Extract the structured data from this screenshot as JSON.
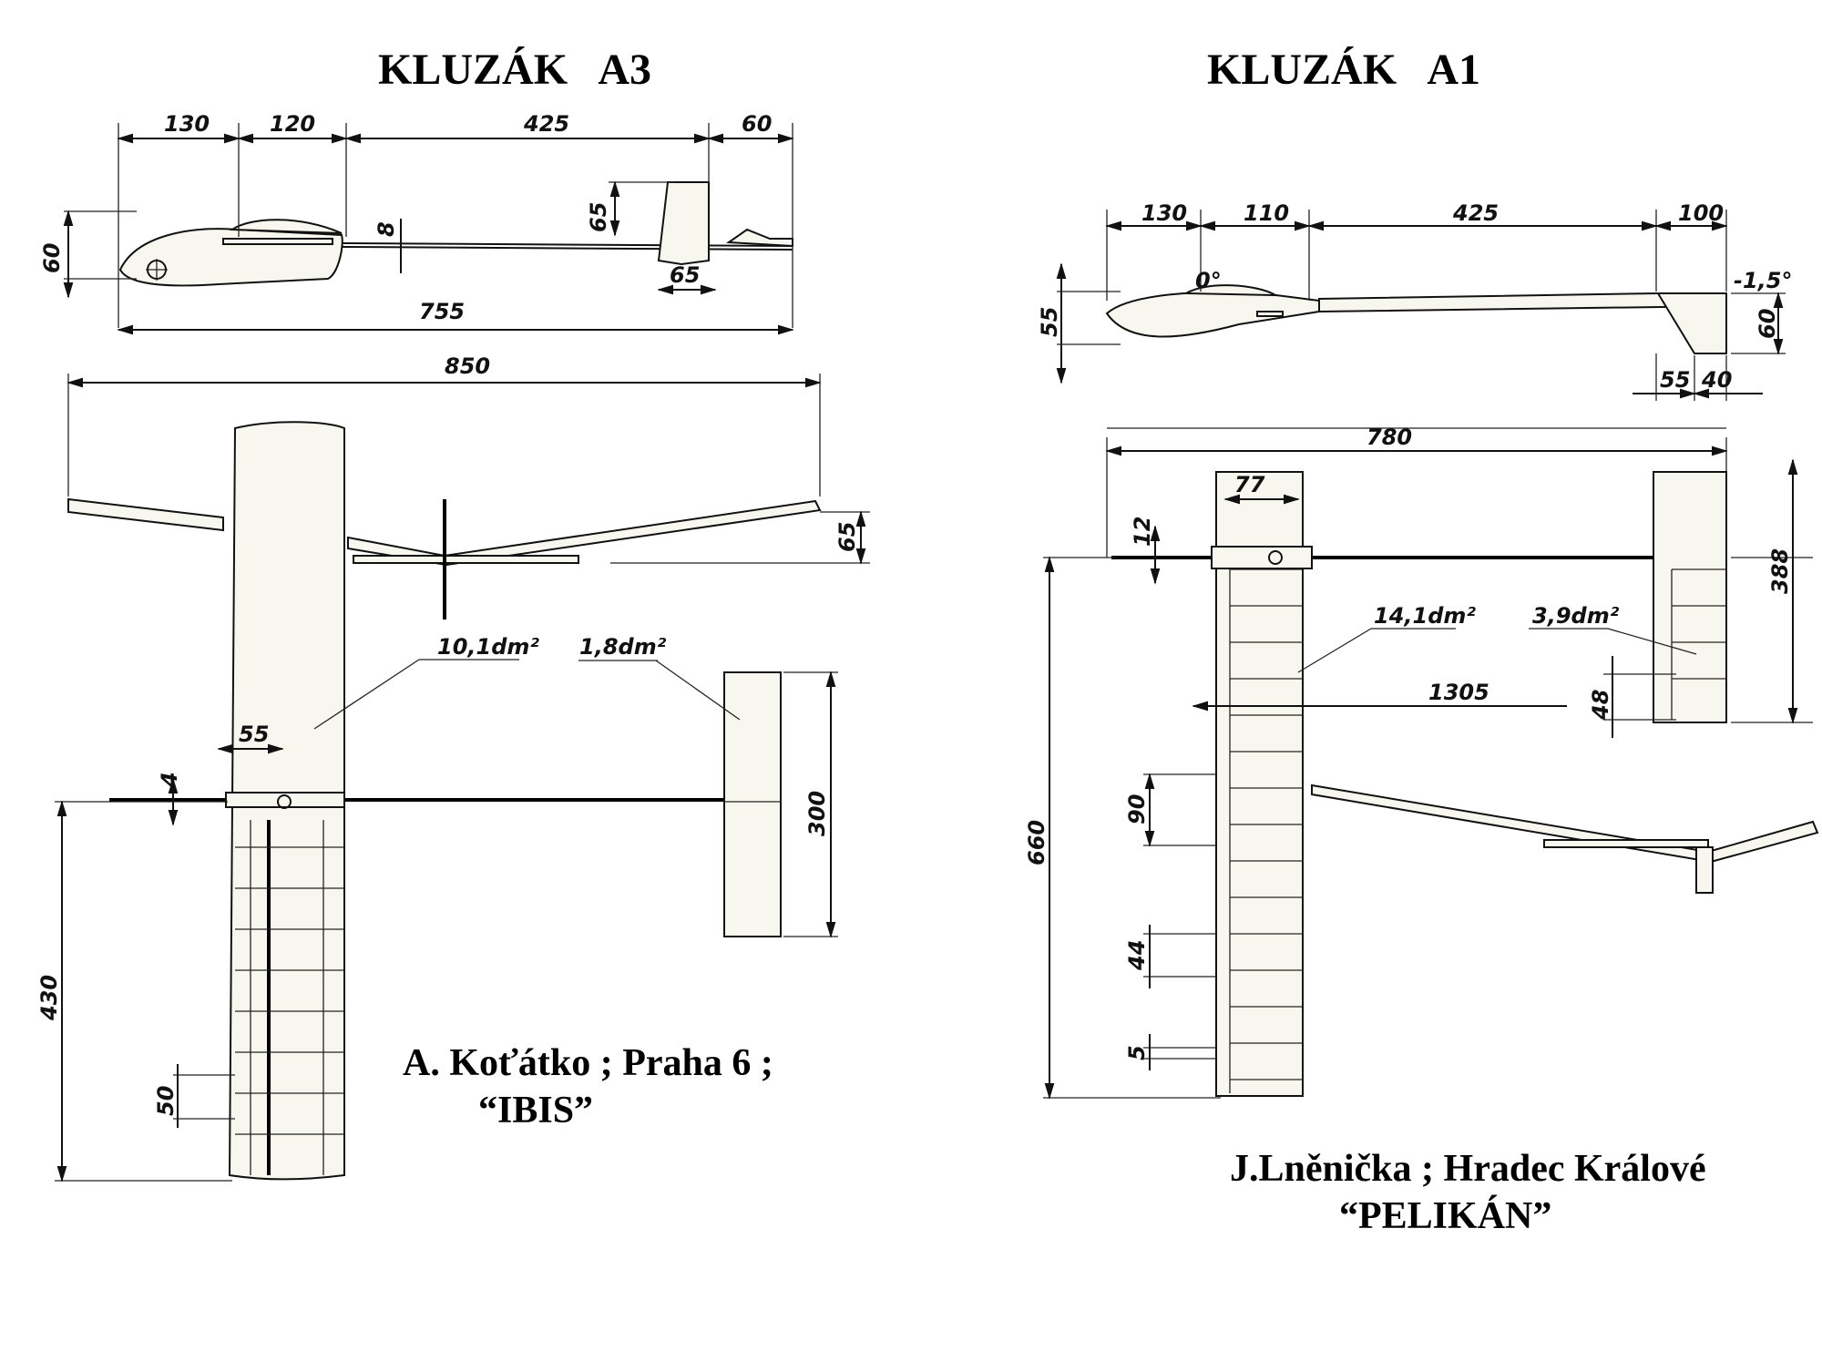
{
  "left": {
    "title": "KLUZÁK   A3",
    "side_dims": {
      "a": "130",
      "b": "120",
      "c": "425",
      "d": "60",
      "fin_h": "65",
      "fin_w": "65",
      "gap": "8",
      "fuse_h": "60",
      "len": "755"
    },
    "span": "850",
    "dihedral": "65",
    "wing_area": "10,1dm²",
    "tail_area": "1,8dm²",
    "wing_pos": "55",
    "boom": "4",
    "stab_span": "300",
    "half_span": "430",
    "chord": "50",
    "author": "A. Koťátko ; Praha 6 ;",
    "model": "“IBIS”"
  },
  "right": {
    "title": "KLUZÁK   A1",
    "side_dims": {
      "a": "130",
      "b": "110",
      "c": "425",
      "d": "100",
      "inc_wing": "0°",
      "inc_tail": "-1,5°",
      "fuse_h": "55",
      "fin_h": "60",
      "fin_a": "55",
      "fin_b": "40"
    },
    "len": "780",
    "pos": "77",
    "boom": "12",
    "wing_area": "14,1dm²",
    "tail_area": "3,9dm²",
    "tail_span": "388",
    "rib": "48",
    "total": "1305",
    "half_span": "660",
    "d90": "90",
    "d44": "44",
    "d5": "5",
    "author": "J.Lněnička ; Hradec Králové",
    "model": "“PELIKÁN”"
  }
}
